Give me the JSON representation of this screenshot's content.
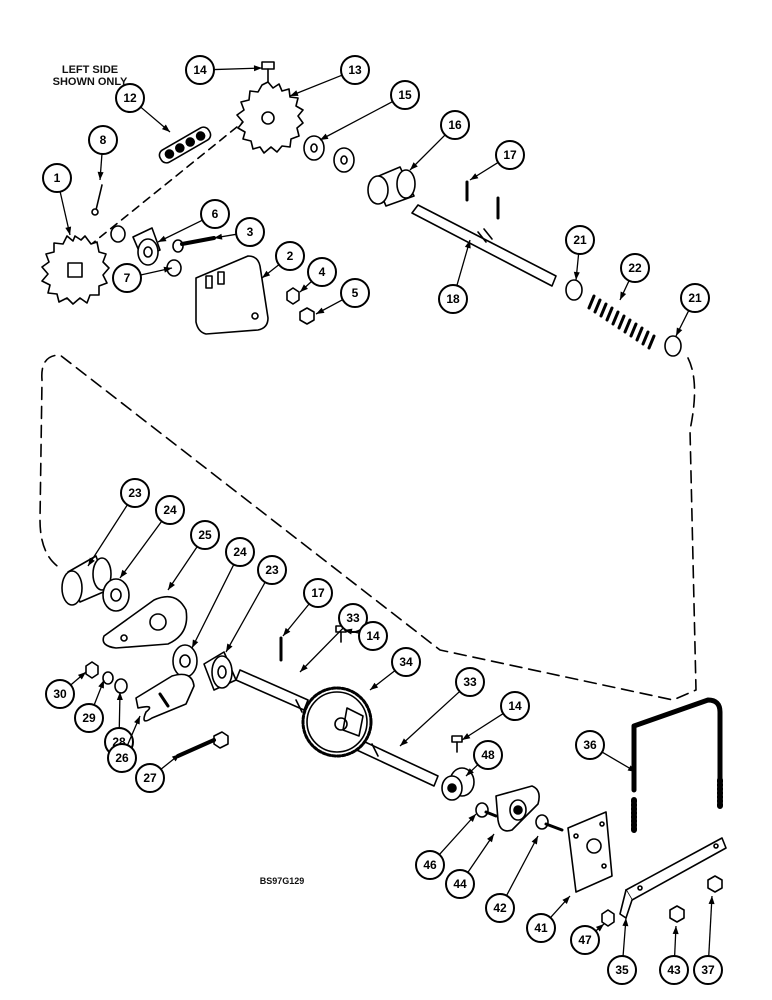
{
  "note": {
    "line1": "LEFT SIDE",
    "line2": "SHOWN ONLY"
  },
  "drawing_code": "BS97G129",
  "callouts": [
    "14",
    "13",
    "12",
    "15",
    "16",
    "17",
    "8",
    "1",
    "6",
    "3",
    "7",
    "2",
    "4",
    "5",
    "21",
    "22",
    "21",
    "18",
    "23",
    "24",
    "25",
    "24",
    "23",
    "17",
    "33",
    "14",
    "34",
    "33",
    "14",
    "48",
    "30",
    "29",
    "28",
    "26",
    "27",
    "36",
    "46",
    "44",
    "42",
    "41",
    "47",
    "35",
    "43",
    "37"
  ]
}
